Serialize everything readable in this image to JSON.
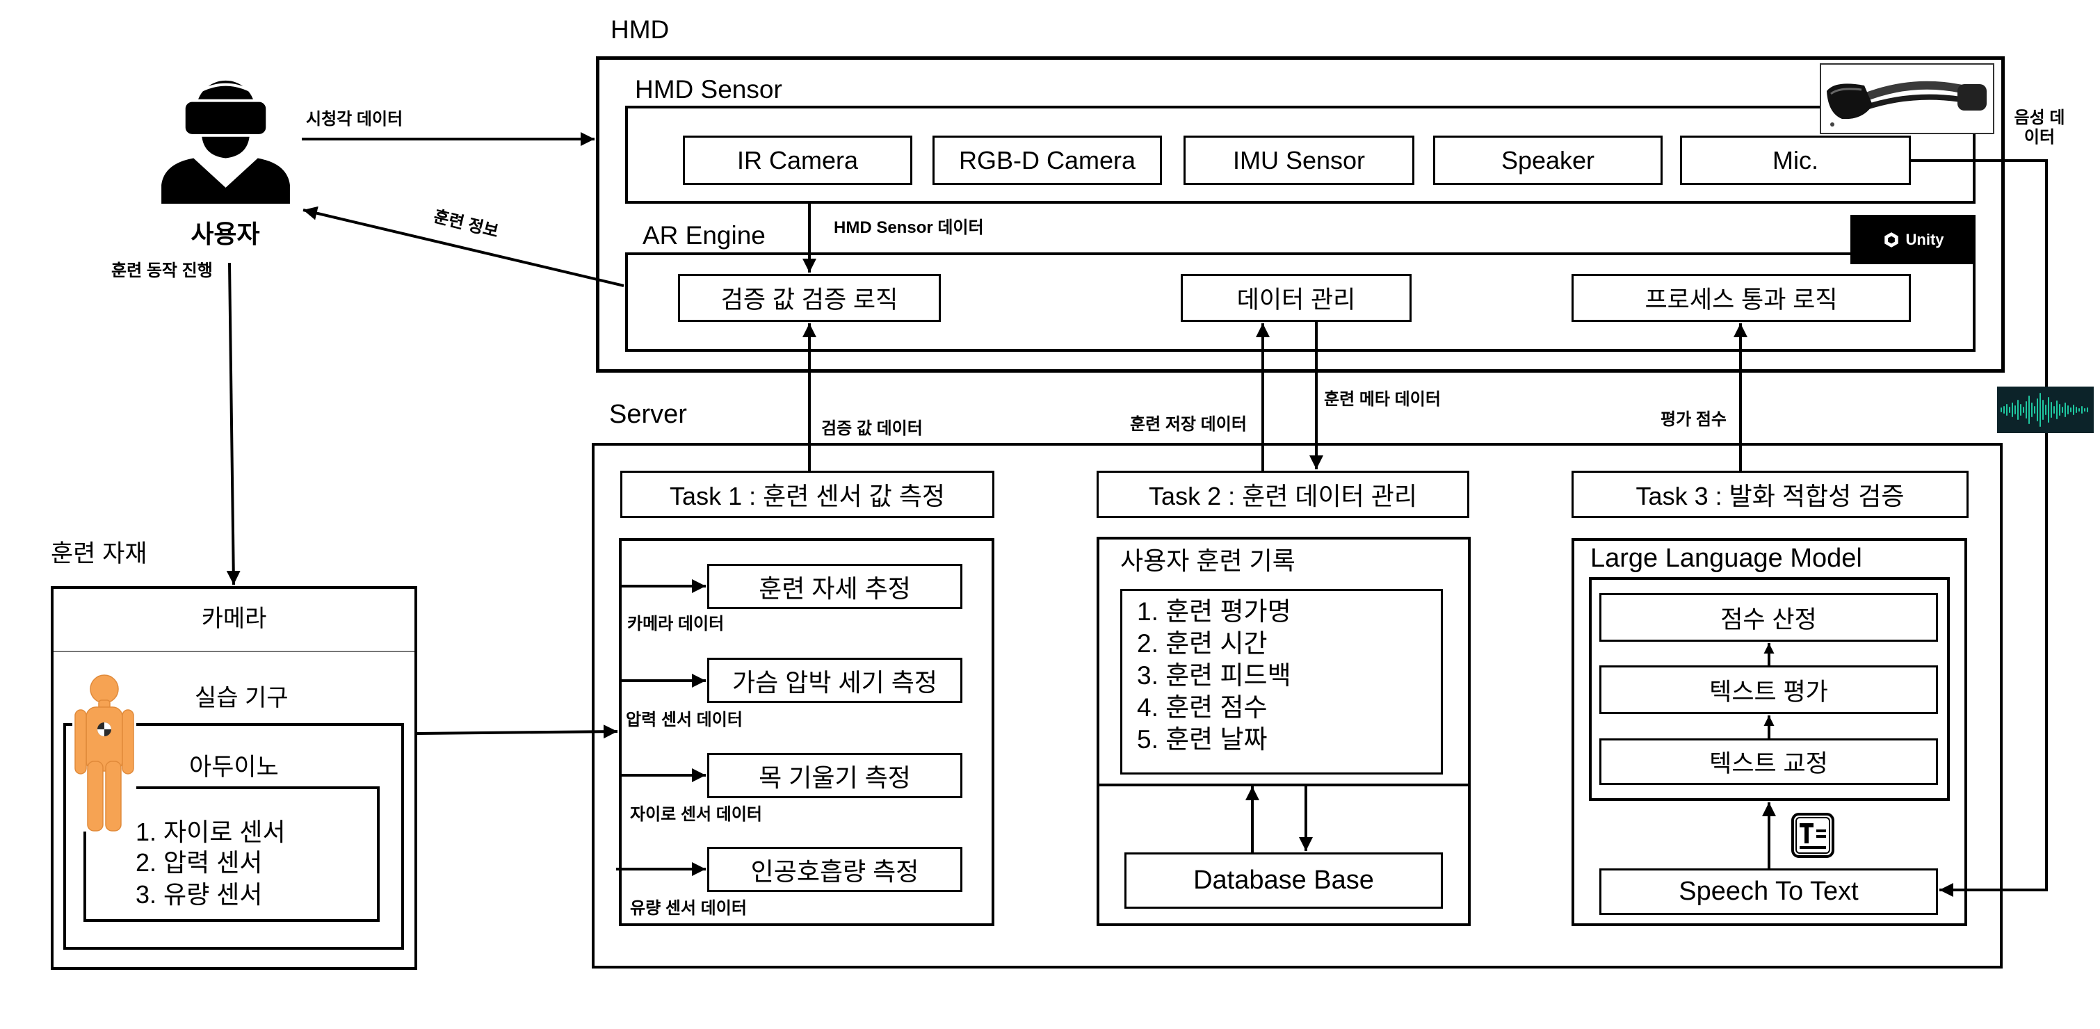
{
  "user": {
    "label": "사용자"
  },
  "hmd": {
    "label": "HMD",
    "sensor": {
      "label": "HMD Sensor",
      "items": [
        "IR Camera",
        "RGB-D Camera",
        "IMU Sensor",
        "Speaker",
        "Mic."
      ]
    },
    "ar_engine": {
      "label": "AR Engine",
      "engine_logo": "Unity",
      "modules": [
        "검증 값 검증 로직",
        "데이터 관리",
        "프로세스 통과 로직"
      ]
    }
  },
  "equipment": {
    "label": "훈련 자재",
    "camera": "카메라",
    "device": "실습 기구",
    "board": "아두이노",
    "sensors": [
      "1. 자이로 센서",
      "2. 압력 센서",
      "3. 유량 센서"
    ]
  },
  "server": {
    "label": "Server",
    "task1": {
      "title": "Task 1 : 훈련 센서 값 측정",
      "steps": [
        {
          "label": "훈련 자세 추정",
          "input": "카메라 데이터"
        },
        {
          "label": "가슴 압박 세기 측정",
          "input": "압력 센서 데이터"
        },
        {
          "label": "목 기울기 측정",
          "input": "자이로 센서 데이터"
        },
        {
          "label": "인공호흡량 측정",
          "input": "유량 센서 데이터"
        }
      ]
    },
    "task2": {
      "title": "Task 2 : 훈련 데이터 관리",
      "record_title": "사용자 훈련 기록",
      "records": [
        "1. 훈련 평가명",
        "2. 훈련 시간",
        "3. 훈련 피드백",
        "4. 훈련 점수",
        "5. 훈련 날짜"
      ],
      "database": "Database Base"
    },
    "task3": {
      "title": "Task 3 : 발화 적합성 검증",
      "model": "Large Language Model",
      "stages": [
        "점수 산정",
        "텍스트 평가",
        "텍스트 교정"
      ],
      "stt": "Speech To Text"
    }
  },
  "flows": {
    "audiovisual": "시청각 데이터",
    "training_info": "훈련 정보",
    "training_action": "훈련 동작 진행",
    "hmd_sensor_data": "HMD Sensor 데이터",
    "validation_data": "검증 값 데이터",
    "training_save_data": "훈련 저장 데이터",
    "training_meta_data": "훈련 메타 데이터",
    "evaluation_score": "평가 점수",
    "voice_data": "음성 데이터"
  },
  "icons": {
    "user": "vr-headset-user-icon",
    "headset_photo": "ar-headset-icon",
    "engine": "unity-logo-icon",
    "trainee": "cpr-manikin-icon",
    "waveform": "audio-waveform-icon",
    "document": "text-document-icon"
  },
  "colors": {
    "line": "#000000",
    "manikin": "#F6A353",
    "waveform_bg": "#0C2329",
    "waveform": "#1FC7A0"
  }
}
